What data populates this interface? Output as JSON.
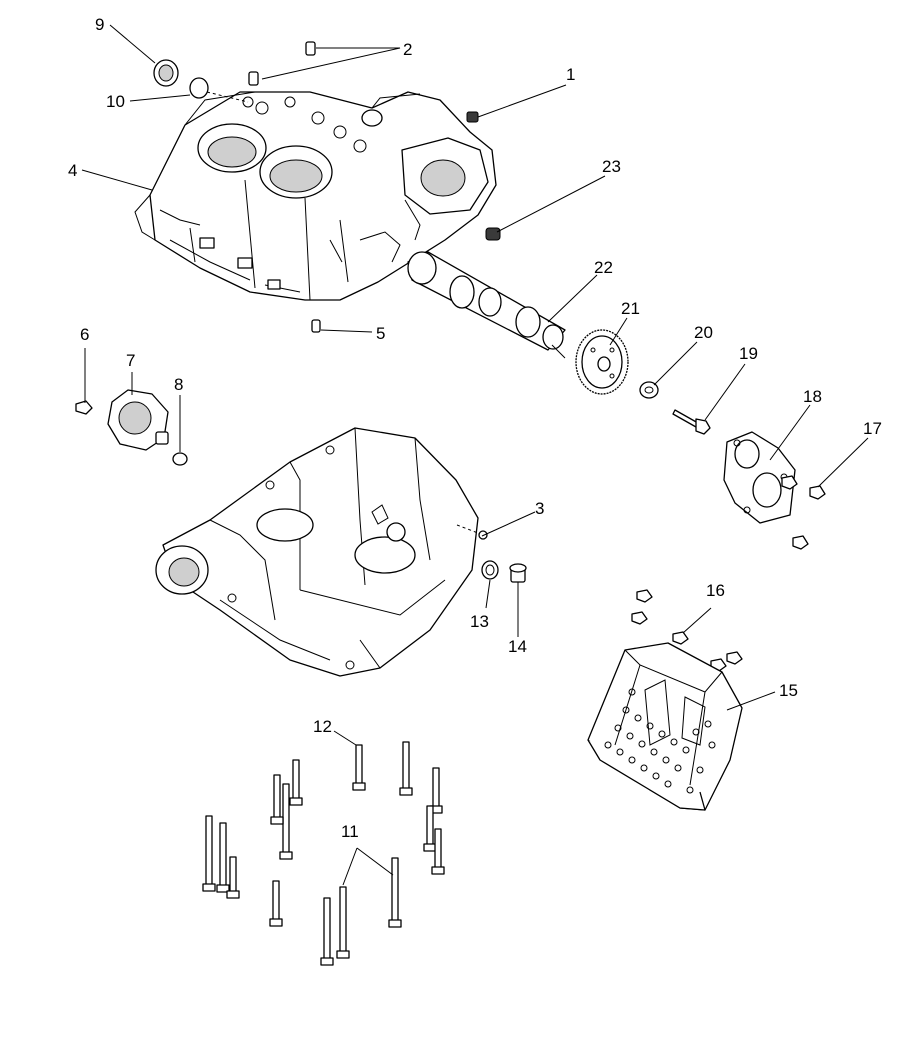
{
  "colors": {
    "line": "#000000",
    "background": "#ffffff",
    "shade": "#cfcfcf"
  },
  "callouts": {
    "c1": "1",
    "c2": "2",
    "c3": "3",
    "c4": "4",
    "c5": "5",
    "c6": "6",
    "c7": "7",
    "c8": "8",
    "c9": "9",
    "c10": "10",
    "c11": "11",
    "c12": "12",
    "c13": "13",
    "c14": "14",
    "c15": "15",
    "c16": "16",
    "c17": "17",
    "c18": "18",
    "c19": "19",
    "c20": "20",
    "c21": "21",
    "c22": "22",
    "c23": "23"
  }
}
